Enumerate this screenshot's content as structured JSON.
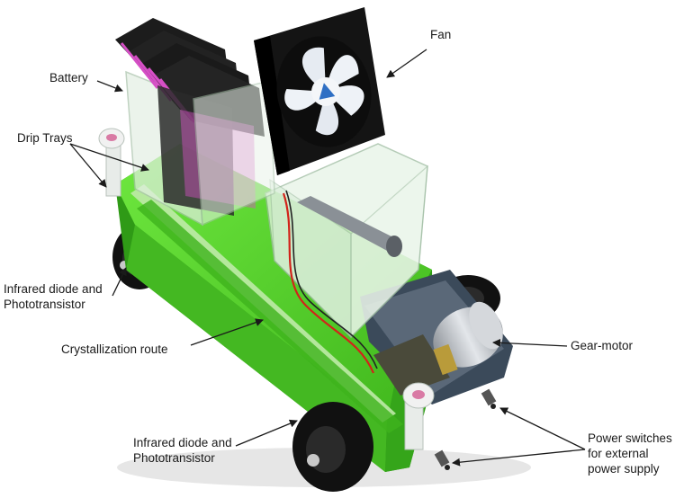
{
  "labels": {
    "fan": "Fan",
    "battery": "Battery",
    "drip_trays": "Drip Trays",
    "ir_top": "Infrared diode and\nPhototransistor",
    "crystallization": "Crystallization route",
    "gear_motor": "Gear-motor",
    "ir_bottom": "Infrared diode and\nPhototransistor",
    "power_switches": "Power switches\nfor external\npower supply"
  },
  "colors": {
    "chassis": "#52d12a",
    "chassis_dark": "#2f9a16",
    "acrylic": "#dfeee0",
    "battery_plate": "#1c1c1c",
    "battery_edge": "#d64fc6",
    "fan_frame": "#141414",
    "fan_blade": "#eef2f7",
    "wheel": "#111111",
    "motor": "#b8bcc2",
    "arrow": "#1a1a1a"
  }
}
